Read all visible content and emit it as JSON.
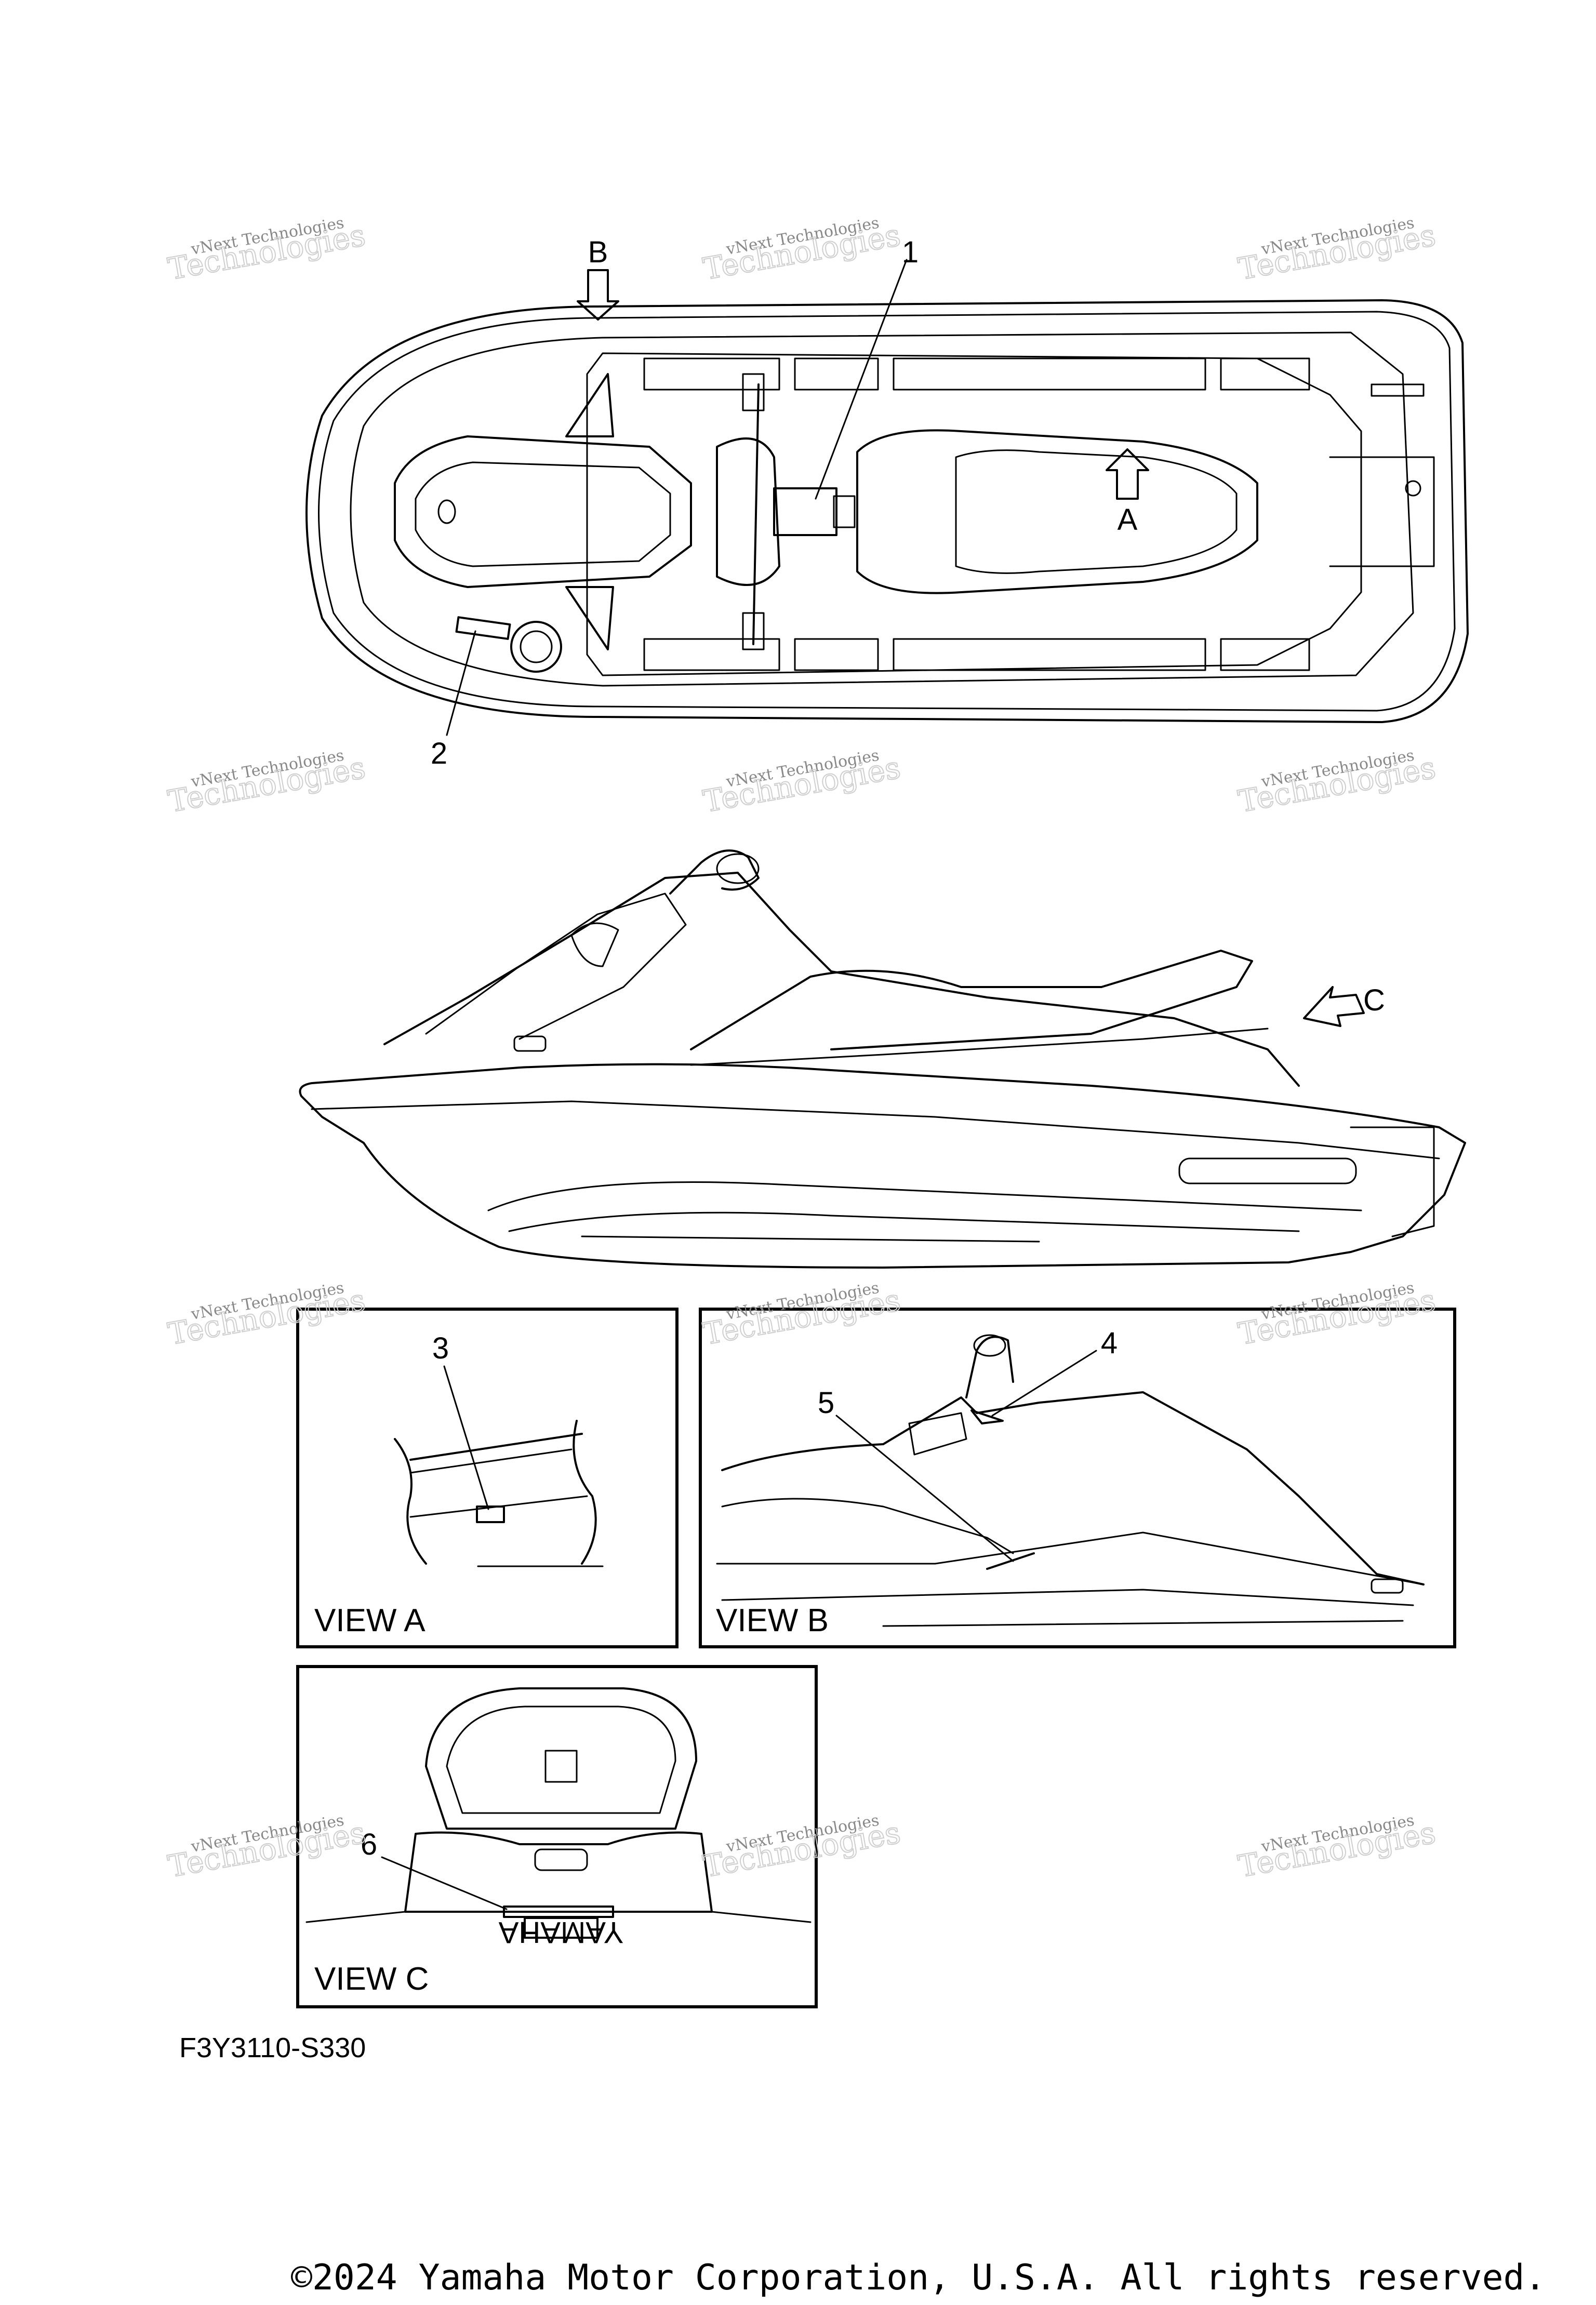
{
  "callouts": [
    "1",
    "2",
    "3",
    "4",
    "5",
    "6"
  ],
  "view_markers": [
    "A",
    "B",
    "C"
  ],
  "views": [
    {
      "id": "A",
      "label": "VIEW A"
    },
    {
      "id": "B",
      "label": "VIEW B"
    },
    {
      "id": "C",
      "label": "VIEW C"
    }
  ],
  "part_code": "F3Y3110-S330",
  "emblem_text": "YAMAHA",
  "watermark": {
    "line1": "vNext Technologies",
    "line2": "Technologies"
  },
  "copyright": "©2024 Yamaha Motor Corporation, U.S.A. All rights reserved."
}
